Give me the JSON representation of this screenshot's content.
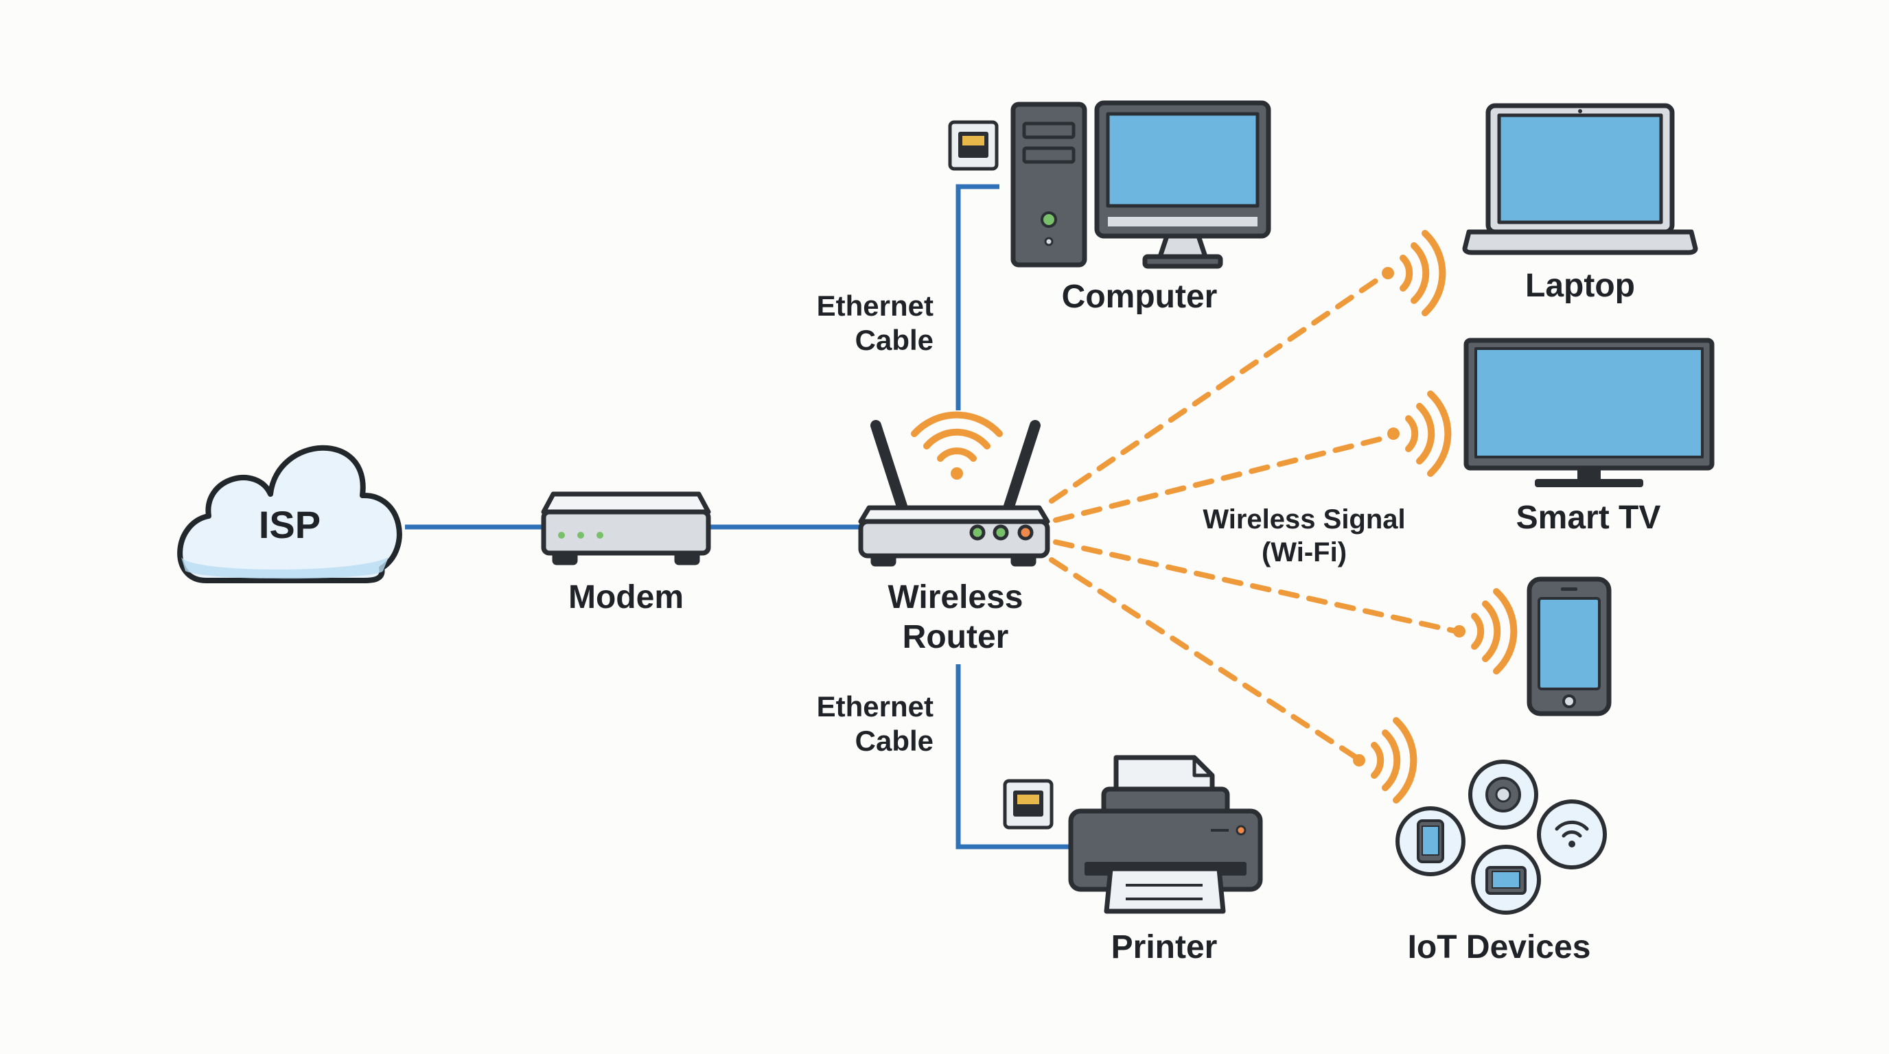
{
  "colors": {
    "background": "#fcfcfb",
    "wired_line": "#2f72b8",
    "wifi": "#ef9a3a",
    "screen": "#6db6e0",
    "outline": "#2b2f33",
    "device_gray": "#5a6066",
    "light_gray": "#d9dde1",
    "cloud_fill": "#e8f3fb",
    "led_green": "#79c06b",
    "led_orange": "#ef8a4a"
  },
  "nodes": {
    "isp": {
      "label": "ISP",
      "icon": "cloud-icon"
    },
    "modem": {
      "label": "Modem",
      "icon": "modem-icon"
    },
    "router": {
      "label_line1": "Wireless",
      "label_line2": "Router",
      "icon": "router-icon"
    },
    "computer": {
      "label": "Computer",
      "icon": "desktop-computer-icon"
    },
    "printer": {
      "label": "Printer",
      "icon": "printer-icon"
    },
    "laptop": {
      "label": "Laptop",
      "icon": "laptop-icon"
    },
    "smart_tv": {
      "label": "Smart TV",
      "icon": "tv-icon"
    },
    "phone": {
      "label": "",
      "icon": "smartphone-icon"
    },
    "iot": {
      "label": "IoT Devices",
      "icon": "iot-devices-icon"
    }
  },
  "connections": {
    "ethernet_top": {
      "line1": "Ethernet",
      "line2": "Cable"
    },
    "ethernet_bottom": {
      "line1": "Ethernet",
      "line2": "Cable"
    },
    "wireless": {
      "line1": "Wireless Signal",
      "line2": "(Wi-Fi)"
    }
  }
}
